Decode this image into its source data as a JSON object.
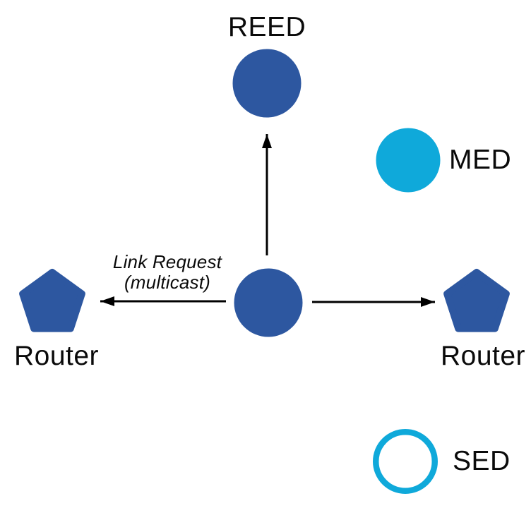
{
  "colors": {
    "node_blue": "#2d57a0",
    "node_cyan": "#0fa9da",
    "arrow_black": "#000000",
    "text_black": "#0a0a0a",
    "background": "#ffffff"
  },
  "diagram": {
    "nodes": {
      "reed": {
        "label": "REED",
        "shape": "filled-circle",
        "color": "#2d57a0"
      },
      "med": {
        "label": "MED",
        "shape": "filled-circle",
        "color": "#0fa9da"
      },
      "center": {
        "label": "",
        "shape": "filled-circle",
        "color": "#2d57a0"
      },
      "router_left": {
        "label": "Router",
        "shape": "pentagon",
        "color": "#2d57a0"
      },
      "router_right": {
        "label": "Router",
        "shape": "pentagon",
        "color": "#2d57a0"
      },
      "sed": {
        "label": "SED",
        "shape": "outline-circle",
        "color": "#0fa9da"
      }
    },
    "annotation": {
      "line1": "Link Request",
      "line2": "(multicast)"
    },
    "edges": [
      {
        "from": "center",
        "to": "reed",
        "type": "arrow"
      },
      {
        "from": "center",
        "to": "router_left",
        "type": "arrow",
        "label": "Link Request (multicast)"
      },
      {
        "from": "center",
        "to": "router_right",
        "type": "arrow"
      }
    ]
  }
}
